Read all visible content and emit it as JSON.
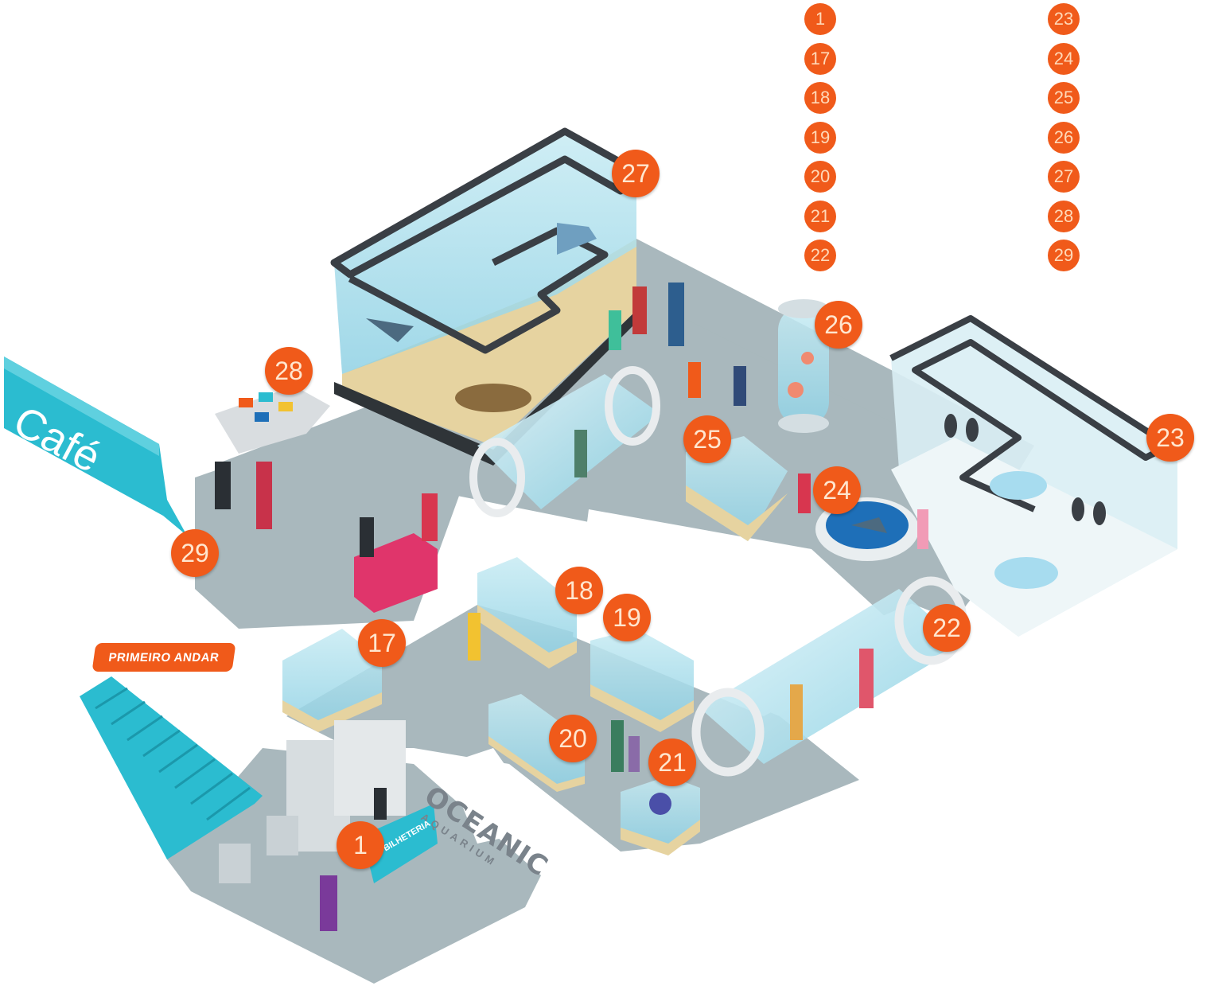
{
  "legend": {
    "left_column": [
      "1",
      "17",
      "18",
      "19",
      "20",
      "21",
      "22"
    ],
    "right_column": [
      "23",
      "24",
      "25",
      "26",
      "27",
      "28",
      "29"
    ]
  },
  "map": {
    "cafe_label": "Café",
    "floor_badge": "PRIMEIRO ANDAR",
    "logo": {
      "name": "OCEANIC",
      "tagline": "AQUARIUM"
    },
    "reception_desk_text": "BILHETERIA",
    "markers": {
      "m1": "1",
      "m17": "17",
      "m18": "18",
      "m19": "19",
      "m20": "20",
      "m21": "21",
      "m22": "22",
      "m23": "23",
      "m24": "24",
      "m25": "25",
      "m26": "26",
      "m27": "27",
      "m28": "28",
      "m29": "29"
    }
  },
  "colors": {
    "marker": "#f05a1a",
    "floor": "#a9b8bd",
    "water": "#9fd8ea",
    "sand": "#e6d3a0",
    "cafe_sign": "#2bbcd0",
    "stairs": "#2bbcd0"
  }
}
